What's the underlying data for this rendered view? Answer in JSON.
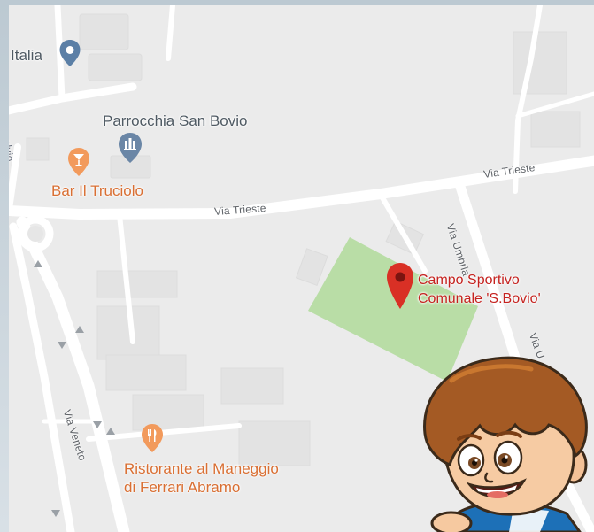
{
  "places": {
    "italia": {
      "label": "Italia",
      "icon": "place-pin-icon",
      "color": "#5b7fa6"
    },
    "parrocchia": {
      "label": "Parrocchia San Bovio",
      "icon": "church-icon",
      "color": "#6a86a6"
    },
    "bar": {
      "label": "Bar Il Truciolo",
      "icon": "cocktail-bar-icon",
      "color": "#f29a5c"
    },
    "campo": {
      "label_line1": "Campo Sportivo",
      "label_line2": "Comunale 'S.Bovio'",
      "icon": "red-map-marker-icon",
      "color": "#d93025"
    },
    "ristorante": {
      "label_line1": "Ristorante al Maneggio",
      "label_line2": "di Ferrari Abramo",
      "icon": "restaurant-icon",
      "color": "#f29a5c"
    }
  },
  "roads": {
    "trieste_left": "Via Trieste",
    "trieste_right": "Via Trieste",
    "umbria": "Via Umbria",
    "umbria_cut": "Via U",
    "veneto": "Via Veneto",
    "edge_left": "olvio"
  },
  "colors": {
    "map_bg": "#ebebeb",
    "road": "#ffffff",
    "park": "#b9dda6",
    "building": "#e2e2e2"
  },
  "overlay": {
    "icon": "cartoon-boy-icon"
  }
}
